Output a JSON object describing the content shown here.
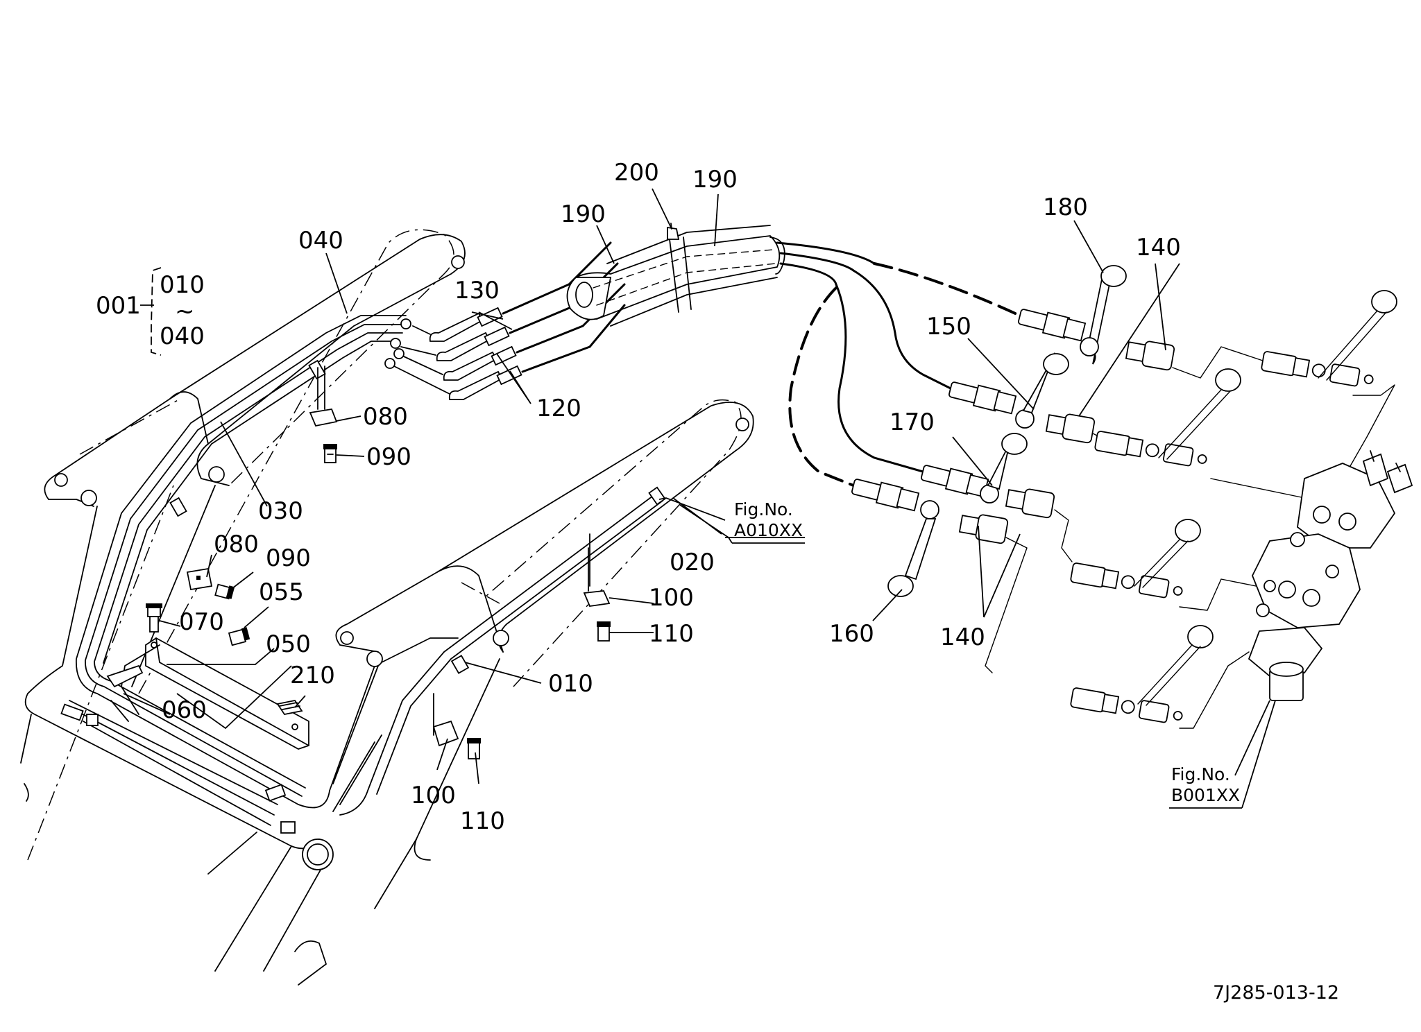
{
  "diagram": {
    "drawing_code": "7J285-013-12",
    "assembly": {
      "number": "001",
      "range_start": "010",
      "range_tilde": "~",
      "range_end": "040"
    },
    "refs": [
      {
        "id": "ref-a010",
        "title": "Fig.No.",
        "code": "A010XX"
      },
      {
        "id": "ref-b001",
        "title": "Fig.No.",
        "code": "B001XX"
      }
    ],
    "callouts": [
      {
        "id": "c200",
        "text": "200"
      },
      {
        "id": "c190a",
        "text": "190"
      },
      {
        "id": "c190b",
        "text": "190"
      },
      {
        "id": "c180",
        "text": "180"
      },
      {
        "id": "c140a",
        "text": "140"
      },
      {
        "id": "c040",
        "text": "040"
      },
      {
        "id": "c130",
        "text": "130"
      },
      {
        "id": "c150",
        "text": "150"
      },
      {
        "id": "c120",
        "text": "120"
      },
      {
        "id": "c080a",
        "text": "080"
      },
      {
        "id": "c170",
        "text": "170"
      },
      {
        "id": "c090a",
        "text": "090"
      },
      {
        "id": "c030",
        "text": "030"
      },
      {
        "id": "c080b",
        "text": "080"
      },
      {
        "id": "c090b",
        "text": "090"
      },
      {
        "id": "c020",
        "text": "020"
      },
      {
        "id": "c055",
        "text": "055"
      },
      {
        "id": "c100a",
        "text": "100"
      },
      {
        "id": "c070",
        "text": "070"
      },
      {
        "id": "c160",
        "text": "160"
      },
      {
        "id": "c140b",
        "text": "140"
      },
      {
        "id": "c110a",
        "text": "110"
      },
      {
        "id": "c050",
        "text": "050"
      },
      {
        "id": "c210",
        "text": "210"
      },
      {
        "id": "c010",
        "text": "010"
      },
      {
        "id": "c060",
        "text": "060"
      },
      {
        "id": "c100b",
        "text": "100"
      },
      {
        "id": "c110b",
        "text": "110"
      }
    ]
  }
}
